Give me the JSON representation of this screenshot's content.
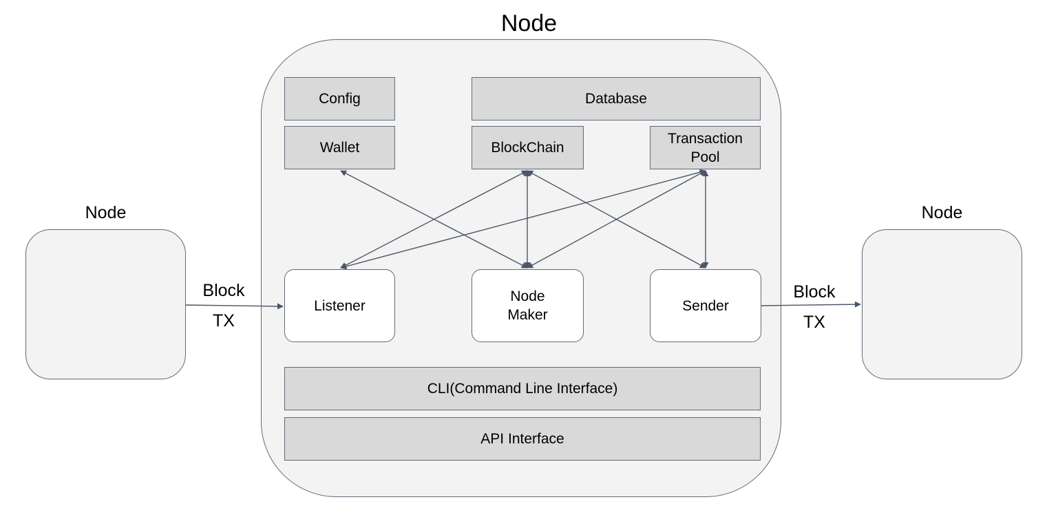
{
  "titles": {
    "center_node": "Node",
    "left_node": "Node",
    "right_node": "Node"
  },
  "components": {
    "config": "Config",
    "database": "Database",
    "wallet": "Wallet",
    "blockchain": "BlockChain",
    "transaction_pool_line1": "Transaction",
    "transaction_pool_line2": "Pool",
    "listener": "Listener",
    "node_maker_line1": "Node",
    "node_maker_line2": "Maker",
    "sender": "Sender",
    "cli": "CLI(Command Line Interface)",
    "api": "API Interface"
  },
  "edge_labels": {
    "left_block": "Block",
    "left_tx": "TX",
    "right_block": "Block",
    "right_tx": "TX"
  },
  "colors": {
    "line": "#4a5566",
    "module_fill": "#d9d9d9",
    "container_fill": "#f3f3f3"
  }
}
